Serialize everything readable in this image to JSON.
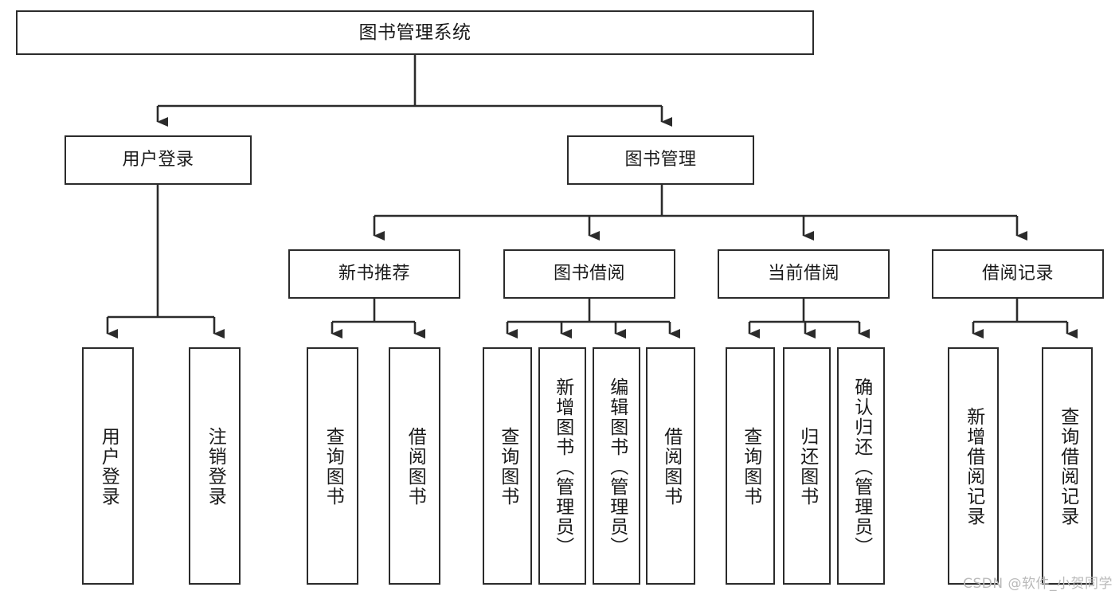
{
  "diagram": {
    "type": "hierarchy-tree",
    "title": "图书管理系统功能结构图",
    "levels": 4,
    "line_color": "#2b2b2b",
    "box_fill": "#ffffff",
    "text_color": "#1a1a1a"
  },
  "nodes": {
    "root": {
      "label": "图书管理系统"
    },
    "level2": [
      {
        "label": "用户登录"
      },
      {
        "label": "图书管理"
      }
    ],
    "level3": [
      {
        "label": "新书推荐"
      },
      {
        "label": "图书借阅"
      },
      {
        "label": "当前借阅"
      },
      {
        "label": "借阅记录"
      }
    ],
    "leaves_user_login": [
      {
        "label": "用户登录"
      },
      {
        "label": "注销登录"
      }
    ],
    "leaves_new_book": [
      {
        "label": "查询图书"
      },
      {
        "label": "借阅图书"
      }
    ],
    "leaves_borrow": [
      {
        "label": "查询图书"
      },
      {
        "label": "新增图书（管理员）"
      },
      {
        "label": "编辑图书（管理员）"
      },
      {
        "label": "借阅图书"
      }
    ],
    "leaves_current": [
      {
        "label": "查询图书"
      },
      {
        "label": "归还图书"
      },
      {
        "label": "确认归还（管理员）"
      }
    ],
    "leaves_records": [
      {
        "label": "新增借阅记录"
      },
      {
        "label": "查询借阅记录"
      }
    ]
  },
  "watermark": {
    "text": "CSDN @软件_小贺同学"
  }
}
